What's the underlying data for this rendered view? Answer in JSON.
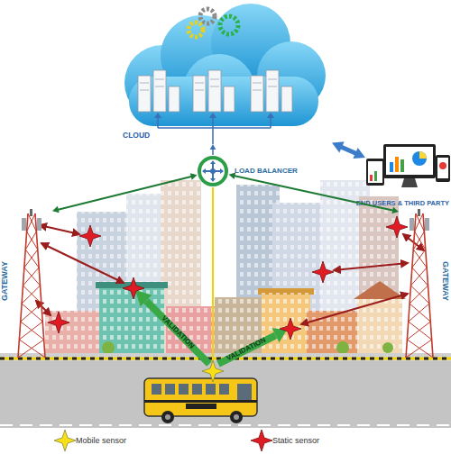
{
  "diagram": {
    "nodes": [
      {
        "text": [
          "CLOUD"
        ]
      },
      {
        "text": [
          "END USERS & THIRD PARTY"
        ]
      },
      {
        "text": [
          "LOAD BALANCER"
        ]
      },
      {
        "text": [
          "GATEWAY"
        ]
      },
      {
        "text": [
          "GATEWAY"
        ]
      }
    ],
    "edges": [
      {
        "from": 2,
        "to": 0,
        "arrow": "to"
      },
      {
        "from": 0,
        "to": 1,
        "arrow": "both"
      },
      {
        "from": 2,
        "to": 3,
        "arrow": "both"
      },
      {
        "from": 2,
        "to": 4,
        "arrow": "both"
      }
    ],
    "labels": [
      "VALIDATION",
      "VALIDATION"
    ],
    "legend": [
      {
        "text": "Mobile sensor"
      },
      {
        "text": "Static sensor"
      }
    ]
  }
}
